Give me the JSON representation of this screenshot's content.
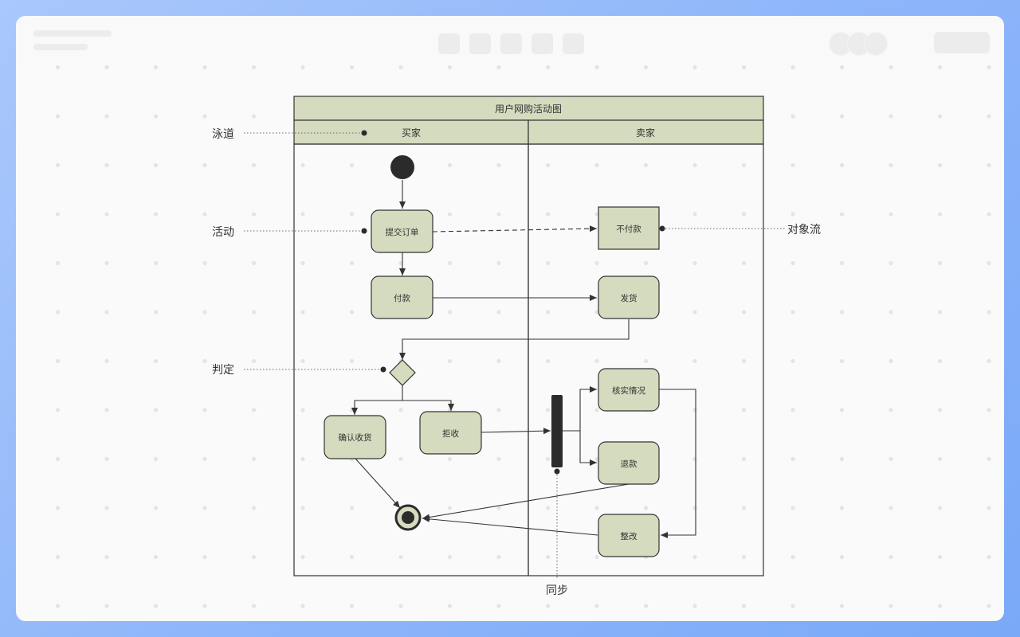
{
  "diagram": {
    "title": "用户网购活动图",
    "lanes": [
      "买家",
      "卖家"
    ],
    "activities": {
      "submit_order": "提交订单",
      "pay": "付款",
      "confirm_receipt": "确认收货",
      "reject": "拒收",
      "not_paid": "不付款",
      "ship": "发货",
      "verify": "核实情况",
      "refund": "退款",
      "rectify": "整改"
    },
    "annotations": {
      "swimlane": "泳道",
      "activity": "活动",
      "decision": "判定",
      "object_flow": "对象流",
      "sync": "同步"
    }
  },
  "colors": {
    "node_fill": "#d5dbbe",
    "header_fill": "#d5dbbe",
    "stroke": "#333333",
    "dot_grid": "#e4e4e4"
  }
}
